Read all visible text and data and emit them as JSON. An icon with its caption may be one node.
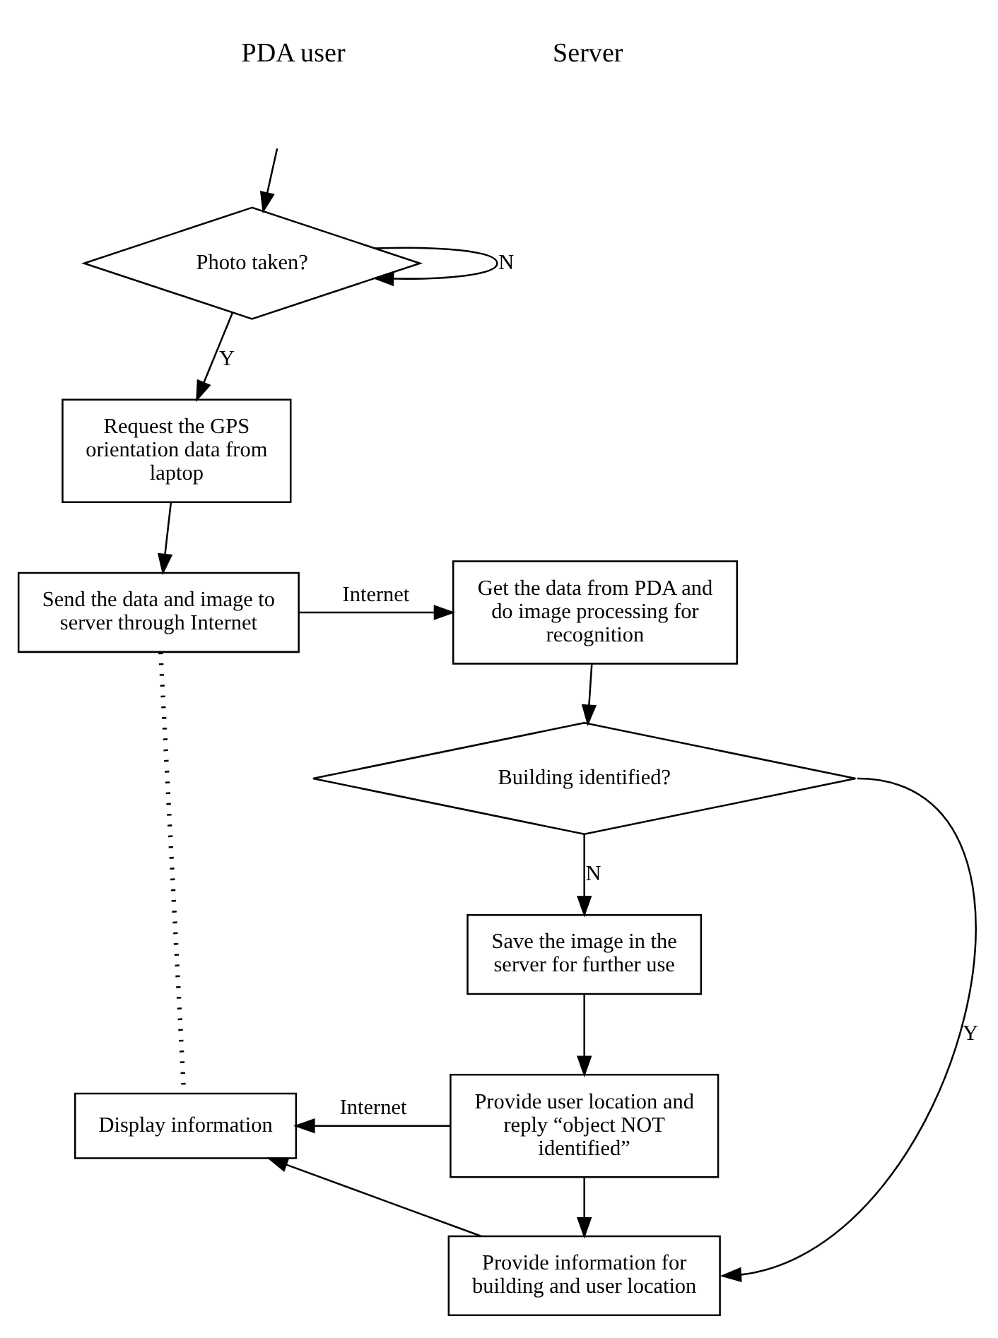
{
  "diagram": {
    "nodes": [
      {
        "text": [
          "Photo taken?"
        ]
      },
      {
        "text": [
          "Request the GPS orientation data from laptop"
        ]
      },
      {
        "text": [
          "Send the data and image to server through Internet"
        ]
      },
      {
        "text": [
          "Get the data from PDA and do image processing for recognition"
        ]
      },
      {
        "text": [
          "Building identified?"
        ]
      },
      {
        "text": [
          "Save the image in the server for further use"
        ]
      },
      {
        "text": [
          "Display information"
        ]
      },
      {
        "text": [
          "Provide user location and reply “object NOT identified”"
        ]
      },
      {
        "text": [
          "Provide information for building and user location"
        ]
      }
    ],
    "edges": [
      {
        "from": null,
        "to": 0,
        "arrow": "to"
      },
      {
        "from": 0,
        "to": 0,
        "arrow": "to",
        "label": "N"
      },
      {
        "from": 0,
        "to": 1,
        "arrow": "to",
        "label": "Y"
      },
      {
        "from": 1,
        "to": 2,
        "arrow": "to"
      },
      {
        "from": 2,
        "to": 3,
        "arrow": "to",
        "label": "Internet"
      },
      {
        "from": 3,
        "to": 4,
        "arrow": "to"
      },
      {
        "from": 4,
        "to": 8,
        "arrow": "to",
        "label": "Y"
      },
      {
        "from": 4,
        "to": 5,
        "arrow": "to",
        "label": "N"
      },
      {
        "from": 5,
        "to": 7,
        "arrow": "to"
      },
      {
        "from": 7,
        "to": 6,
        "arrow": "to",
        "label": "Internet"
      },
      {
        "from": 7,
        "to": 8,
        "arrow": "to"
      },
      {
        "from": 8,
        "to": 6,
        "arrow": "to"
      },
      {
        "from": 2,
        "to": 6,
        "arrow": "none",
        "style": "dashed"
      }
    ],
    "labels": [
      "PDA user",
      "Server"
    ]
  }
}
